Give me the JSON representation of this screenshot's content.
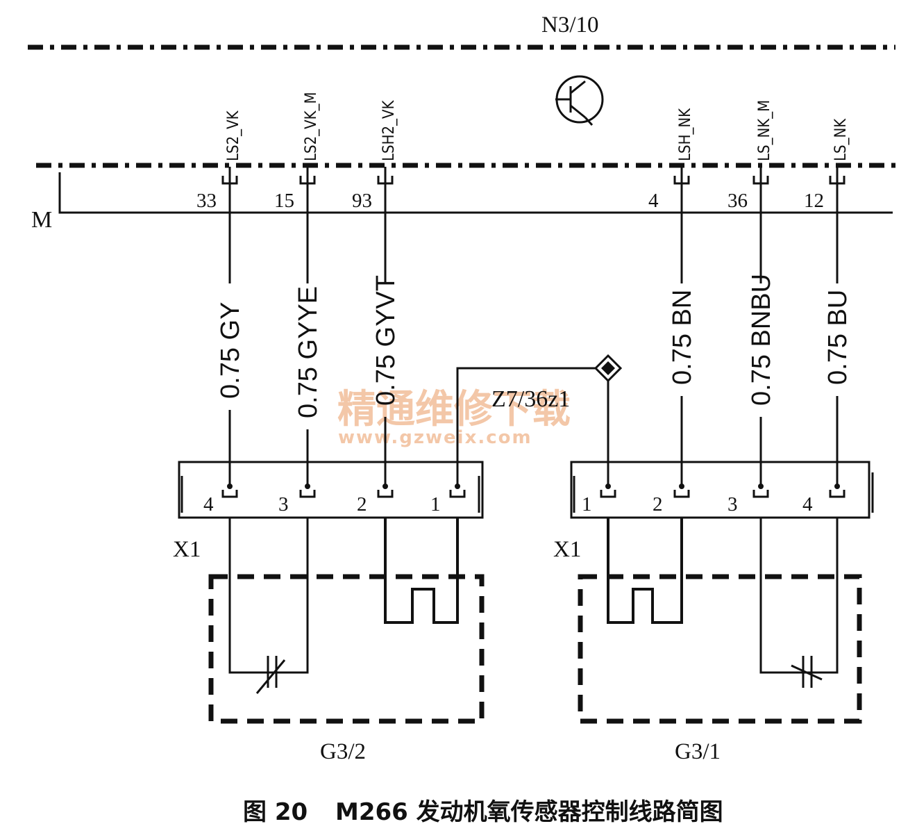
{
  "module": {
    "name": "N3/10",
    "ground_label": "M",
    "pins": [
      {
        "signal": "LS2_VK",
        "pin": "33",
        "wire": "0.75 GY"
      },
      {
        "signal": "LS2_VK_M",
        "pin": "15",
        "wire": "0.75 GYYE"
      },
      {
        "signal": "LSH2_VK",
        "pin": "93",
        "wire": "0.75 GYVT"
      },
      {
        "signal": "LSH_NK",
        "pin": "4",
        "wire": "0.75 BN"
      },
      {
        "signal": "LS_NK_M",
        "pin": "36",
        "wire": "0.75 BNBU"
      },
      {
        "signal": "LS_NK",
        "pin": "12",
        "wire": "0.75 BU"
      }
    ]
  },
  "splice": {
    "label": "Z7/36z1"
  },
  "connectors": [
    {
      "name": "X1",
      "pins": [
        "4",
        "3",
        "2",
        "1"
      ]
    },
    {
      "name": "X1",
      "pins": [
        "1",
        "2",
        "3",
        "4"
      ]
    }
  ],
  "sensors": [
    {
      "name": "G3/2"
    },
    {
      "name": "G3/1"
    }
  ],
  "watermark": {
    "text": "精通维修下载",
    "url": "www.gzweix.com"
  },
  "caption": {
    "number": "图 20",
    "title": "M266 发动机氧传感器控制线路简图"
  }
}
